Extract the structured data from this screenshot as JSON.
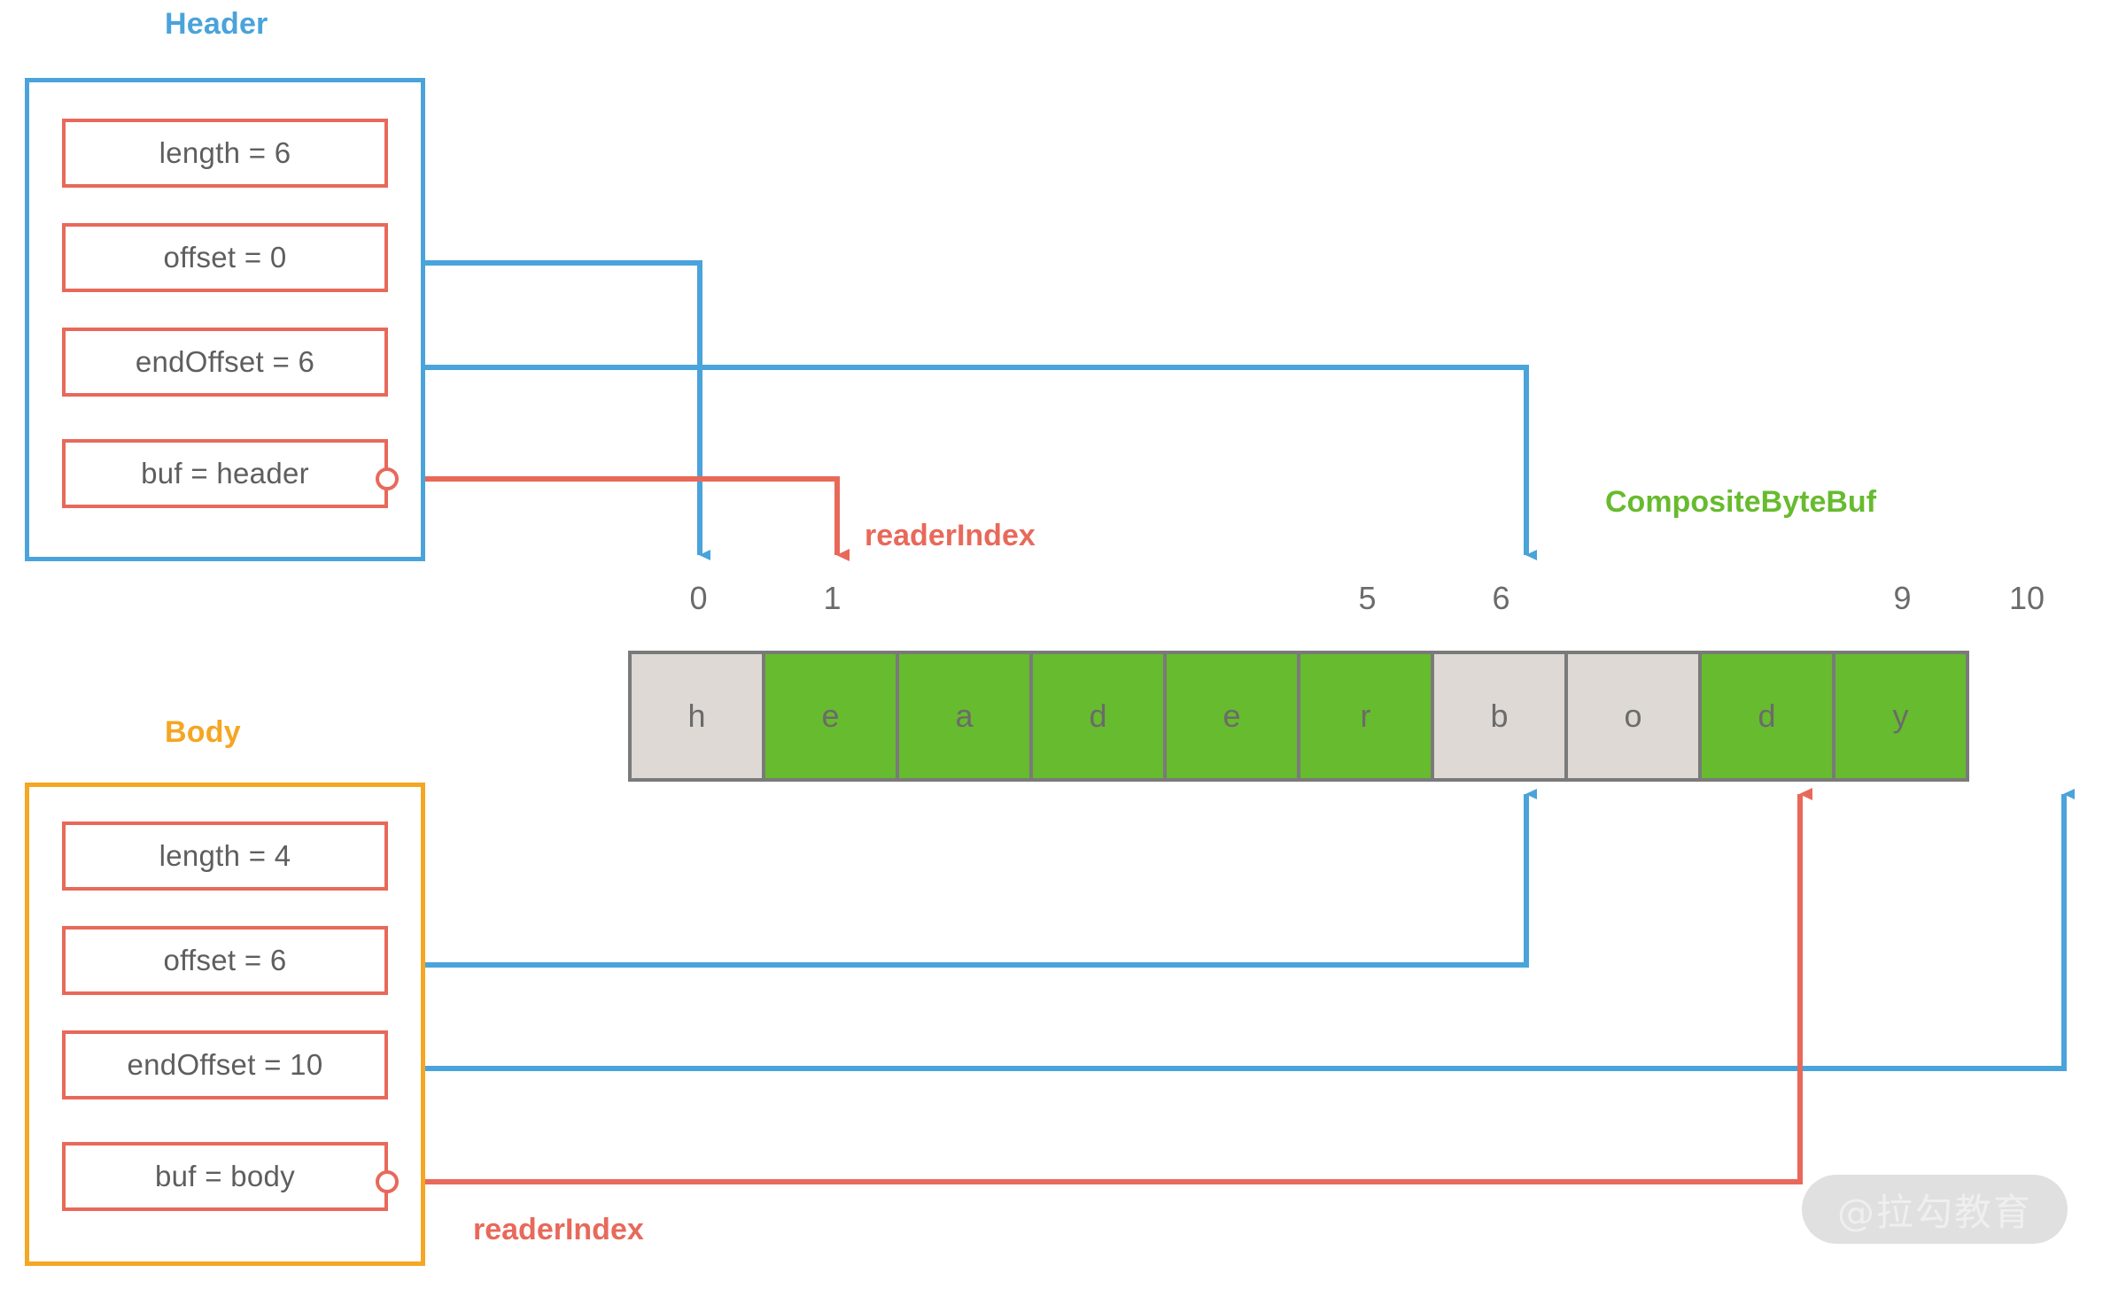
{
  "diagram": {
    "title_composite": "CompositeByteBuf",
    "accent_blue": "#4aa3db",
    "accent_red": "#e8695a",
    "accent_orange": "#f5a council",
    "accent_green": "#67bb2e"
  },
  "header_group": {
    "title": "Header",
    "border_color": "#4aa3db",
    "fields": [
      {
        "label": "length = 6"
      },
      {
        "label": "offset = 0"
      },
      {
        "label": "endOffset = 6"
      },
      {
        "label": "buf = header"
      }
    ]
  },
  "body_group": {
    "title": "Body",
    "border_color": "#f5a623",
    "fields": [
      {
        "label": "length = 4"
      },
      {
        "label": "offset = 6"
      },
      {
        "label": "endOffset = 10"
      },
      {
        "label": "buf = body"
      }
    ]
  },
  "buffer": {
    "label": "CompositeByteBuf",
    "cells": [
      {
        "char": "h",
        "fill": "gray"
      },
      {
        "char": "e",
        "fill": "green"
      },
      {
        "char": "a",
        "fill": "green"
      },
      {
        "char": "d",
        "fill": "green"
      },
      {
        "char": "e",
        "fill": "green"
      },
      {
        "char": "r",
        "fill": "green"
      },
      {
        "char": "b",
        "fill": "gray"
      },
      {
        "char": "o",
        "fill": "gray"
      },
      {
        "char": "d",
        "fill": "green"
      },
      {
        "char": "y",
        "fill": "green"
      }
    ],
    "indices": [
      "0",
      "1",
      "5",
      "6",
      "9",
      "10"
    ]
  },
  "annotations": {
    "reader_index_top": "readerIndex",
    "reader_index_bottom": "readerIndex"
  },
  "watermark": {
    "text": "@拉勾教育"
  }
}
